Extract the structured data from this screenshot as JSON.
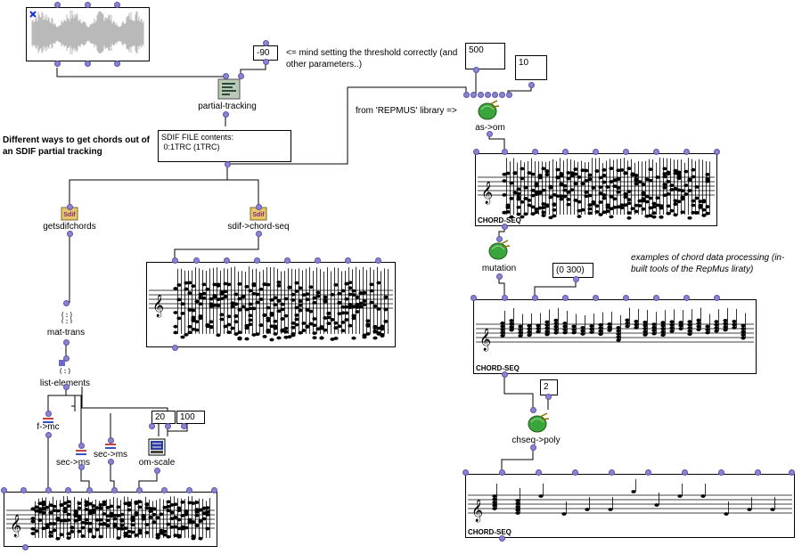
{
  "title_comment": "Different ways to get chords out of an SDIF partial tracking",
  "threshold_comment": "<= mind setting the threshold correctly (and other parameters..)",
  "repmus_comment": "from 'REPMUS' library =>",
  "processing_comment": "examples of chord data processing (in-built tools of the RepMus liraty)",
  "sdif_box_text": "SDIF FILE contents:\n 0:1TRC (1TRC)",
  "boxes": {
    "threshold": "-90",
    "a": "500",
    "b": "10",
    "range": "(0 300)",
    "n": "2",
    "s1": "20",
    "s2": "100"
  },
  "labels": {
    "partial_tracking": "partial-tracking",
    "as_om": "as->om",
    "getsdifchords": "getsdifchords",
    "sdif_chord_seq": "sdif->chord-seq",
    "mat_trans": "mat-trans",
    "list_elements": "list-elements",
    "f_mc": "f->mc",
    "sec_ms_1": "sec->ms",
    "sec_ms_2": "sec->ms",
    "om_scale": "om-scale",
    "mutation": "mutation",
    "chseq_poly": "chseq->poly"
  },
  "score_labels": {
    "top_right": "CHORD-SEQ",
    "middle_right": "CHORD-SEQ",
    "bottom_right": "CHORD-SEQ"
  },
  "icons": {
    "sound": "waveform-sound-icon",
    "partial_tracking": "partial-tracking-icon",
    "repmus": "repmus-green-beetle-icon",
    "sdif": "sdif-icon",
    "list": "list-parentheses-icon",
    "conversion": "conversion-arrow-icon",
    "om_scale": "om-scale-icon"
  },
  "colors": {
    "outlet": "#8a84d6",
    "wire": "#000000",
    "beetle": "#3aa53a"
  }
}
